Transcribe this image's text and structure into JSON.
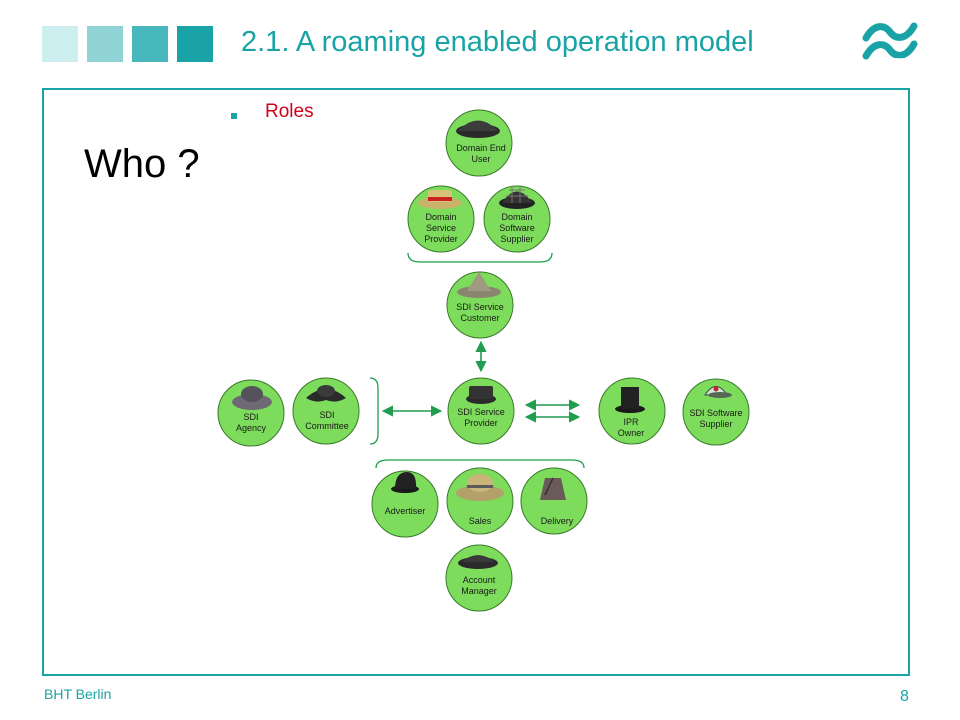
{
  "header": {
    "title": "2.1. A roaming enabled operation model",
    "square_colors": [
      "#cdeeef",
      "#8fd3d5",
      "#47b9bc",
      "#1aa3a6"
    ],
    "accent_color": "#1aa3a6"
  },
  "logo": {
    "icon": "wave-logo-icon",
    "text": ""
  },
  "content": {
    "bullet": "Roles",
    "who": "Who ?"
  },
  "footer": {
    "left": "BHT Berlin",
    "page_number": "8"
  },
  "diagram": {
    "node_color": "#7ddc5c",
    "node_border": "#3a7a2a",
    "arrow_color": "#1e9e4e",
    "nodes": [
      {
        "id": "domain-end-user",
        "icon": "flat-cap-icon",
        "lines": [
          "Domain End",
          "User"
        ]
      },
      {
        "id": "domain-service-provider",
        "icon": "boater-hat-icon",
        "lines": [
          "Domain",
          "Service",
          "Provider"
        ]
      },
      {
        "id": "domain-software-supplier",
        "icon": "checkered-cap-icon",
        "lines": [
          "Domain",
          "Software",
          "Supplier"
        ]
      },
      {
        "id": "sdi-service-customer",
        "icon": "ranger-hat-icon",
        "lines": [
          "SDI Service",
          "Customer"
        ]
      },
      {
        "id": "sdi-agency",
        "icon": "floppy-hat-icon",
        "lines": [
          "SDI",
          "Agency"
        ]
      },
      {
        "id": "sdi-committee",
        "icon": "tricorn-hat-icon",
        "lines": [
          "SDI",
          "Committee"
        ]
      },
      {
        "id": "sdi-service-provider",
        "icon": "pillbox-hat-icon",
        "lines": [
          "SDI Service",
          "Provider"
        ]
      },
      {
        "id": "ipr-owner",
        "icon": "top-hat-icon",
        "lines": [
          "IPR",
          "Owner"
        ]
      },
      {
        "id": "sdi-software-supplier",
        "icon": "baseball-cap-icon",
        "lines": [
          "SDI Software",
          "Supplier"
        ]
      },
      {
        "id": "advertiser",
        "icon": "bowler-hat-icon",
        "lines": [
          "Advertiser"
        ]
      },
      {
        "id": "sales",
        "icon": "straw-hat-icon",
        "lines": [
          "Sales"
        ]
      },
      {
        "id": "delivery",
        "icon": "fez-hat-icon",
        "lines": [
          "Delivery"
        ]
      },
      {
        "id": "account-manager",
        "icon": "peaked-cap-icon",
        "lines": [
          "Account",
          "Manager"
        ]
      }
    ]
  }
}
